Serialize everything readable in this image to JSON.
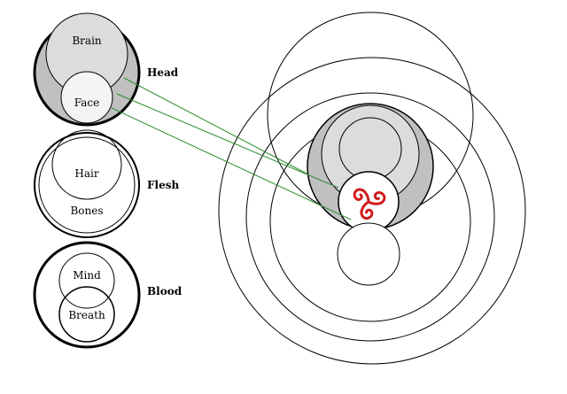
{
  "labels": {
    "head": {
      "title": "Head",
      "inner_top": "Brain",
      "inner_bottom": "Face"
    },
    "flesh": {
      "title": "Flesh",
      "inner_top": "Hair",
      "inner_bottom": "Bones"
    },
    "blood": {
      "title": "Blood",
      "inner_top": "Mind",
      "inner_bottom": "Breath"
    }
  },
  "colors": {
    "stroke": "#000000",
    "ring_shade": "#c0c0c0",
    "inner_shade": "#dcdcdc",
    "face_fill": "#f4f4f4",
    "connector": "#2e8b2e",
    "triskele": "#d11a1a"
  },
  "icons": {
    "center_symbol": "triskele-icon"
  }
}
